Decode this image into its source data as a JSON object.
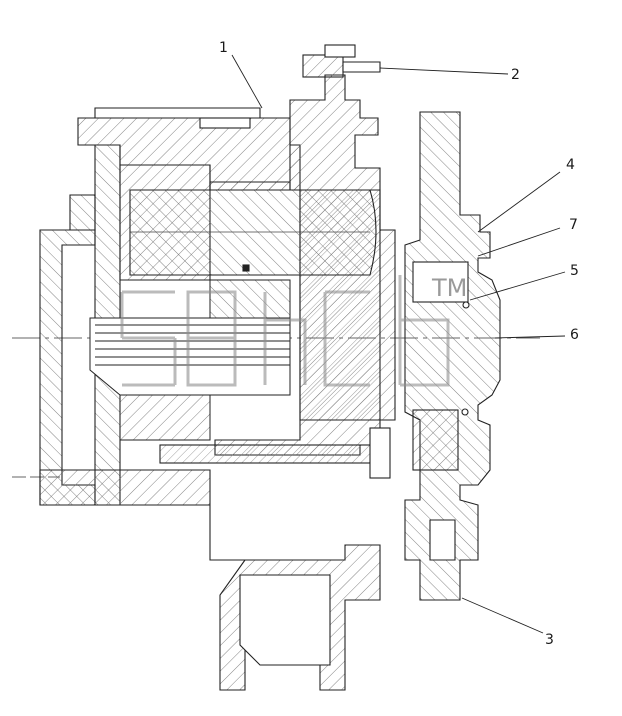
{
  "diagram": {
    "callouts": [
      "1",
      "2",
      "3",
      "4",
      "5",
      "6",
      "7"
    ],
    "watermark": "TM"
  },
  "colors": {
    "line": "#222222",
    "hatch": "#555555",
    "watermark": "#8f8f8f",
    "background": "#ffffff"
  }
}
